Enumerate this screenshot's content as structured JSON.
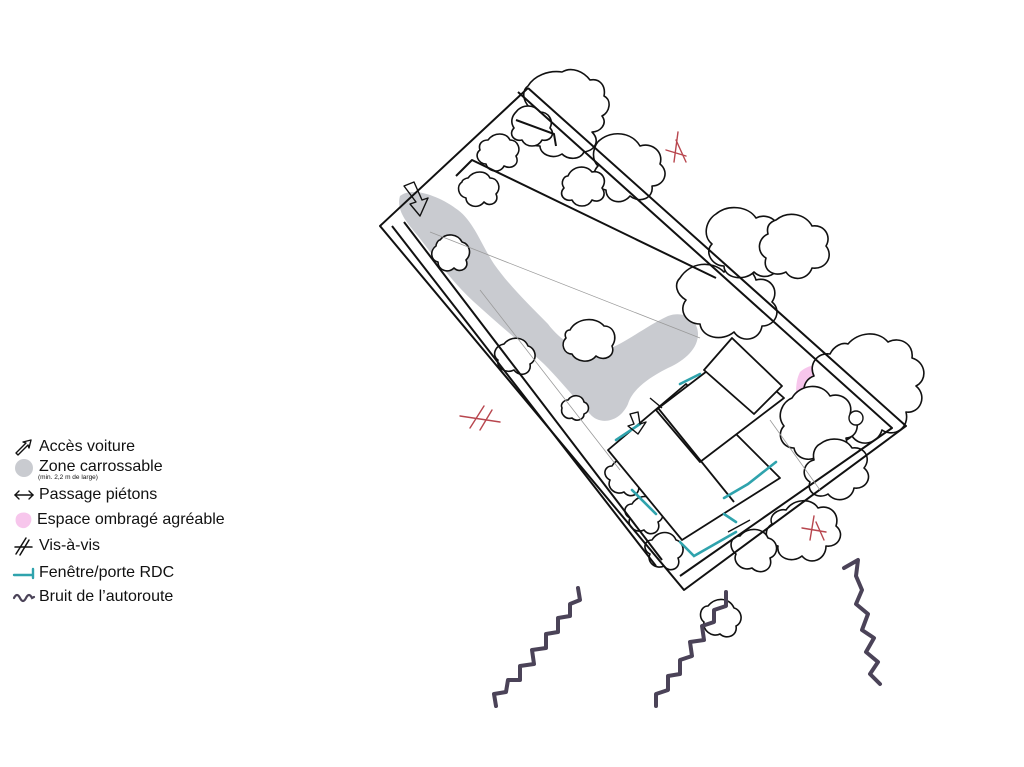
{
  "colors": {
    "ink": "#111111",
    "driveway": "#c9cbd0",
    "shade": "#f7c6ec",
    "opening": "#2fa3ad",
    "vis_a_vis": "#b8464e",
    "noise": "#4b4358"
  },
  "legend": {
    "car_access": {
      "label": "Accès voiture",
      "icon": "hollow-arrow-icon"
    },
    "drive_zone": {
      "label": "Zone carrossable",
      "note": "(min. 2,2 m de large)",
      "icon": "grey-blob-icon"
    },
    "pedestrian": {
      "label": "Passage piétons",
      "icon": "double-arrow-icon"
    },
    "shade": {
      "label": "Espace ombragé agréable",
      "icon": "pink-blob-icon"
    },
    "vis_a_vis": {
      "label": "Vis-à-vis",
      "icon": "crossed-strokes-icon"
    },
    "openings": {
      "label": "Fenêtre/porte RDC",
      "icon": "teal-tick-icon"
    },
    "noise": {
      "label": "Bruit de l’autoroute",
      "icon": "wavy-line-icon"
    }
  }
}
